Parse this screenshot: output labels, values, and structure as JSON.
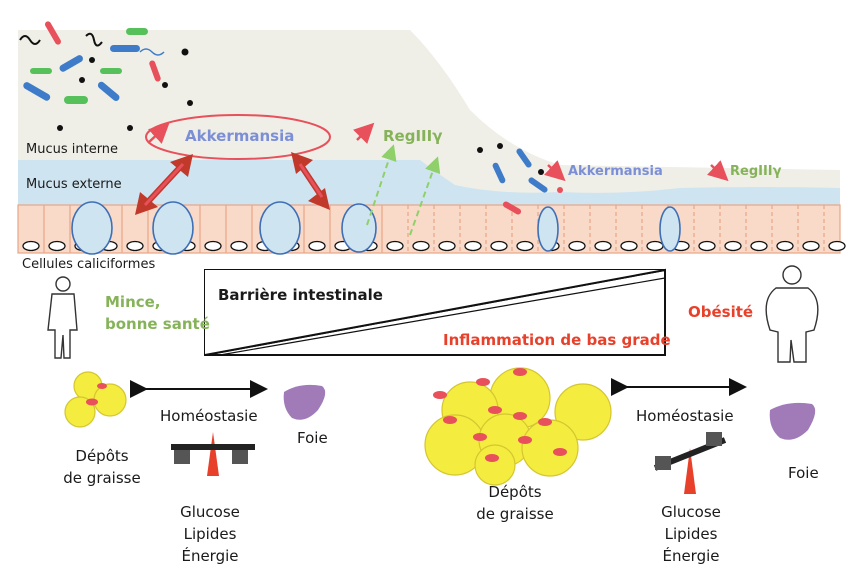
{
  "colors": {
    "akkermansia": "#7c8fd6",
    "regiii": "#86b35a",
    "red_arrow": "#e8505b",
    "obesity": "#e8412b",
    "healthy": "#86b35a",
    "mucus_inner": "#efefe7",
    "mucus_outer": "#cfe4f1",
    "cells": "#f9d9c8",
    "fat": "#f4ec3f",
    "liver": "#a07bb8"
  },
  "icons": [
    "bacteria",
    "up-arrow",
    "down-arrow",
    "double-arrow",
    "human-figure",
    "liver-icon",
    "balance-scale",
    "fat-cells"
  ],
  "labels": {
    "mucus_interne": "Mucus interne",
    "mucus_externe": "Mucus externe",
    "cellules": "Cellules caliciformes",
    "akk_left": "Akkermansia",
    "reg_left": "RegIIIγ",
    "akk_right": "Akkermansia",
    "reg_right": "RegIIIγ",
    "barriere": "Barrière intestinale",
    "inflammation": "Inflammation de bas grade",
    "mince_1": "Mince,",
    "mince_2": "bonne santé",
    "obesite": "Obésité",
    "homeo_left": "Homéostasie",
    "homeo_right": "Homéostasie",
    "foie_left": "Foie",
    "foie_right": "Foie",
    "depots_left_1": "Dépôts",
    "depots_left_2": "de graisse",
    "depots_right_1": "Dépôts",
    "depots_right_2": "de graisse",
    "glucose_left": "Glucose",
    "lipides_left": "Lipides",
    "energie_left": "Énergie",
    "glucose_right": "Glucose",
    "lipides_right": "Lipides",
    "energie_right": "Énergie"
  }
}
